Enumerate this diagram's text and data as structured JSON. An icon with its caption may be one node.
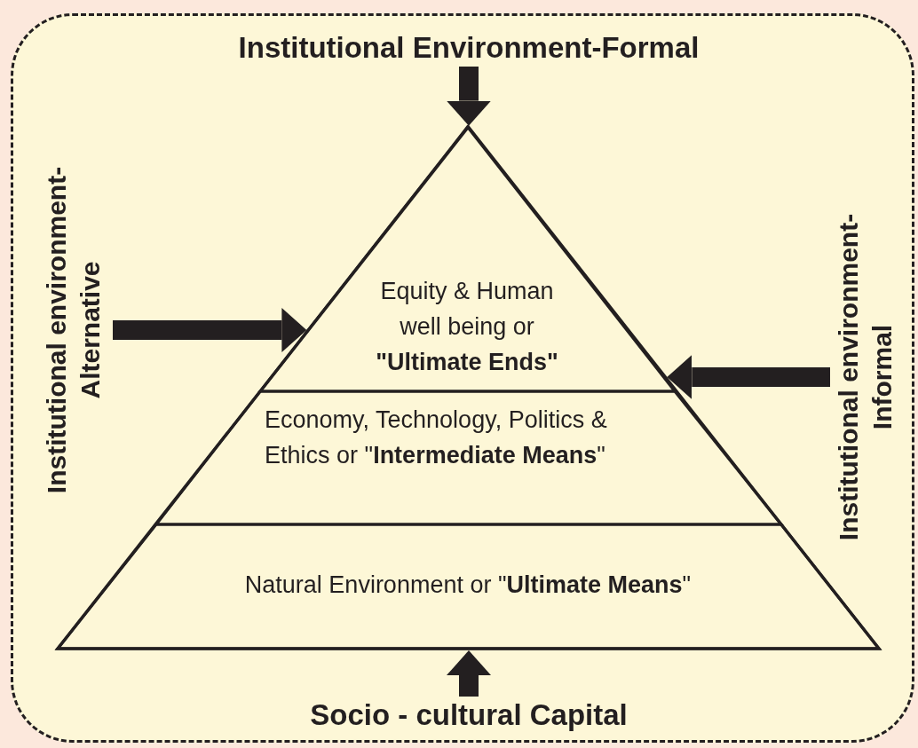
{
  "diagram": {
    "nodes": [
      {
        "text": [],
        "shape": "box"
      },
      {
        "text": [
          "Institutional Environment-Formal"
        ],
        "in": 0
      },
      {
        "text": [
          "Institutional environment- Alternative"
        ],
        "in": 0
      },
      {
        "text": [],
        "shape": "triangle",
        "in": 0
      },
      {
        "text": [
          "Equity & Human well being or **\"Ultimate Ends\"**"
        ],
        "in": 3
      },
      {
        "text": [
          "Economy, Technology, Politics & Ethics or \"**Intermediate Means**\""
        ],
        "in": 3
      },
      {
        "text": [
          "Natural Environment or \"**Ultimate Means**\""
        ],
        "in": 3
      },
      {
        "text": [
          "Institutional environment- Informal"
        ],
        "in": 0
      },
      {
        "text": [
          "Socio - cultural Capital"
        ],
        "in": 0
      }
    ],
    "edges": [
      {
        "from": 1,
        "to": 3,
        "arrow": "to"
      },
      {
        "from": 2,
        "to": 3,
        "arrow": "to"
      },
      {
        "from": 7,
        "to": 3,
        "arrow": "to"
      },
      {
        "from": 8,
        "to": 3,
        "arrow": "to"
      }
    ]
  }
}
